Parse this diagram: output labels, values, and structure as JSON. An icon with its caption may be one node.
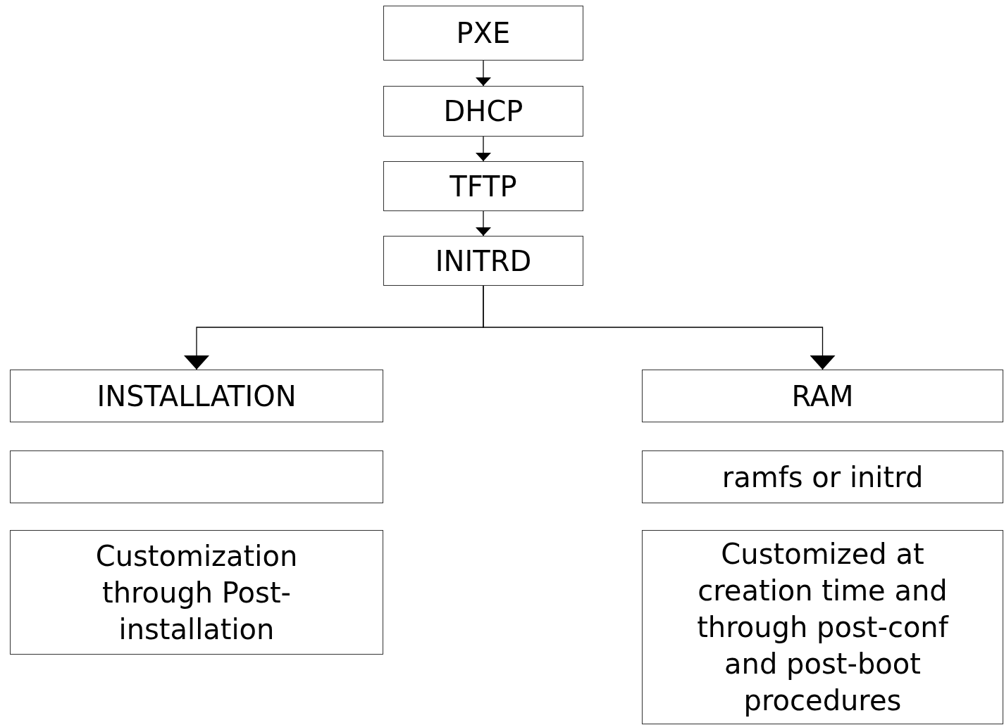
{
  "diagram": {
    "nodes": [
      {
        "text": [
          "PXE"
        ]
      },
      {
        "text": [
          "DHCP"
        ]
      },
      {
        "text": [
          "TFTP"
        ]
      },
      {
        "text": [
          "INITRD"
        ]
      },
      {
        "text": [
          "INSTALLATION"
        ]
      },
      {
        "text": [],
        "shape": "box"
      },
      {
        "text": [
          "Customization through Post-installation"
        ]
      },
      {
        "text": [
          "RAM"
        ]
      },
      {
        "text": [
          "ramfs or initrd"
        ]
      },
      {
        "text": [
          "Customized at creation time and through post-conf and post-boot procedures"
        ]
      }
    ],
    "edges": [
      {
        "from": 0,
        "to": 1,
        "arrow": "to"
      },
      {
        "from": 1,
        "to": 2,
        "arrow": "to"
      },
      {
        "from": 2,
        "to": 3,
        "arrow": "to"
      },
      {
        "from": 3,
        "to": 4,
        "arrow": "to"
      },
      {
        "from": 3,
        "to": 7,
        "arrow": "to"
      }
    ]
  }
}
